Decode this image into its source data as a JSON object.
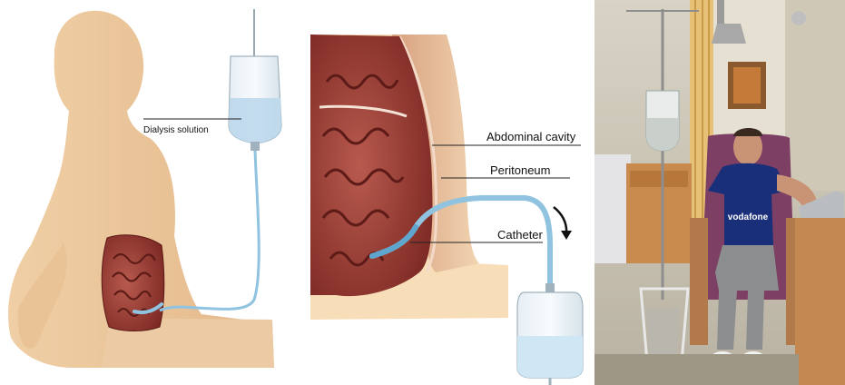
{
  "figure": {
    "panels": [
      {
        "id": "body-diagram",
        "labels": {
          "solution": "Dialysis solution"
        }
      },
      {
        "id": "cross-section",
        "labels": {
          "cavity": "Abdominal cavity",
          "peritoneum": "Peritoneum",
          "catheter": "Catheter"
        }
      },
      {
        "id": "patient-photo",
        "labels": {
          "shirt_brand": "vodafone"
        }
      }
    ],
    "colors": {
      "skin": "#ecc9a0",
      "intestine": "#a6463e",
      "intestine_dark": "#6e1f1b",
      "tube": "#8fc3e0",
      "fluid": "#cfe6f5"
    }
  }
}
